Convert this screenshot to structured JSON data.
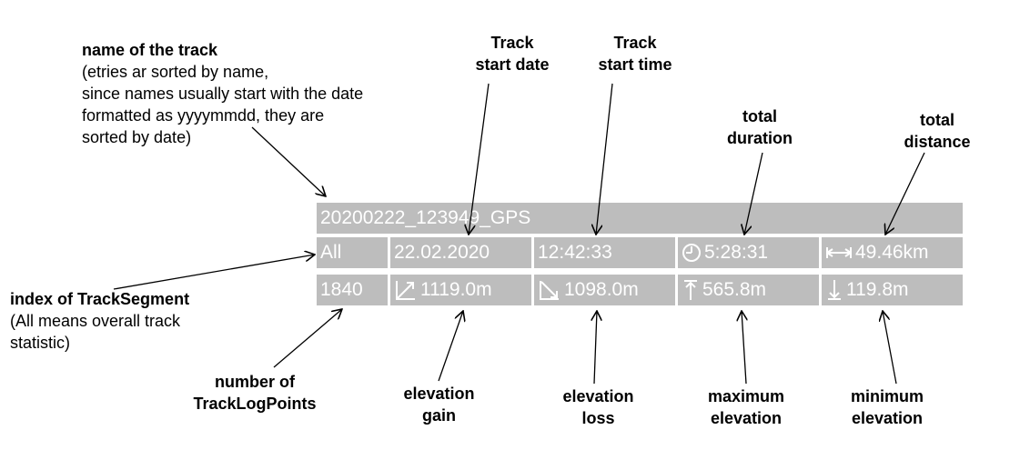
{
  "annotations": {
    "name": {
      "title": "name of the track",
      "lines": [
        "(etries ar sorted by name,",
        "since names usually start with the date",
        "formatted as yyyymmdd, they are",
        "sorted by date)"
      ]
    },
    "start_date": [
      "Track",
      "start date"
    ],
    "start_time": [
      "Track",
      "start time"
    ],
    "duration": [
      "total",
      "duration"
    ],
    "distance": [
      "total",
      "distance"
    ],
    "segment": {
      "title": "index of TrackSegment",
      "lines": [
        "(All means overall track",
        "statistic)"
      ]
    },
    "points": [
      "number of",
      "TrackLogPoints"
    ],
    "gain": [
      "elevation",
      "gain"
    ],
    "loss": [
      "elevation",
      "loss"
    ],
    "max": [
      "maximum",
      "elevation"
    ],
    "min": [
      "minimum",
      "elevation"
    ]
  },
  "track": {
    "name": "20200222_123949_GPS",
    "segment": "All",
    "start_date": "22.02.2020",
    "start_time": "12:42:33",
    "duration": "5:28:31",
    "distance": "49.46km",
    "points": "1840",
    "elevation_gain": "1119.0m",
    "elevation_loss": "1098.0m",
    "max_elevation": "565.8m",
    "min_elevation": "119.8m"
  },
  "icons": {
    "duration": "clock-icon",
    "distance": "distance-icon",
    "gain": "elevation-gain-icon",
    "loss": "elevation-loss-icon",
    "max": "max-elevation-icon",
    "min": "min-elevation-icon"
  },
  "colors": {
    "cell_background": "#bdbdbd",
    "cell_text": "#ffffff",
    "annotation_text": "#000000"
  }
}
